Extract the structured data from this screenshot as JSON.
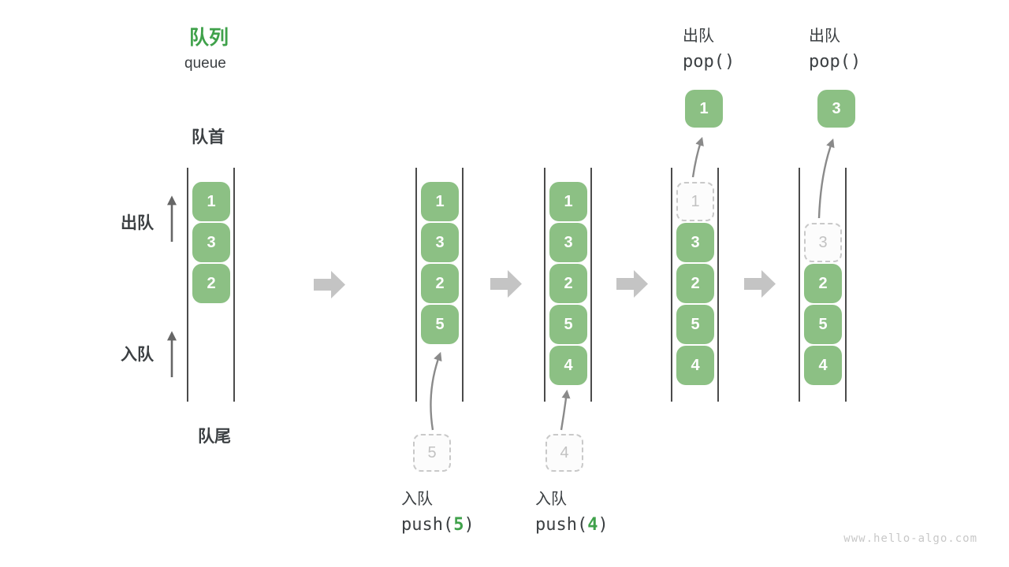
{
  "title": {
    "zh": "队列",
    "en": "queue"
  },
  "side_labels": {
    "front": "队首",
    "rear": "队尾",
    "dequeue": "出队",
    "enqueue": "入队"
  },
  "colors": {
    "box_green": "#8CC084",
    "accent_green": "#3FA14A",
    "text_dark": "#3C4043",
    "line_dark": "#4B4B4B",
    "arrow_gray": "#8A8A8A",
    "side_arrow_gray": "#666666",
    "flow_arrow_gray": "#C4C4C4",
    "dashed_border": "#C9C9C9",
    "dashed_text": "#C2C2C2",
    "watermark_gray": "#C8C8C8"
  },
  "watermark": "www.hello-algo.com",
  "states": [
    {
      "slots": [
        {
          "v": "1"
        },
        {
          "v": "3"
        },
        {
          "v": "2"
        }
      ]
    },
    {
      "slots": [
        {
          "v": "1"
        },
        {
          "v": "3"
        },
        {
          "v": "2"
        },
        {
          "v": "5"
        }
      ],
      "pending": "5",
      "op": {
        "zh": "入队",
        "fn_open": "push(",
        "arg": "5",
        "fn_close": ")"
      }
    },
    {
      "slots": [
        {
          "v": "1"
        },
        {
          "v": "3"
        },
        {
          "v": "2"
        },
        {
          "v": "5"
        },
        {
          "v": "4"
        }
      ],
      "pending": "4",
      "op": {
        "zh": "入队",
        "fn_open": "push(",
        "arg": "4",
        "fn_close": ")"
      }
    },
    {
      "slots": [
        {
          "v": "1",
          "dashed": true
        },
        {
          "v": "3"
        },
        {
          "v": "2"
        },
        {
          "v": "5"
        },
        {
          "v": "4"
        }
      ],
      "popped": "1",
      "op": {
        "zh": "出队",
        "fn": "pop()"
      }
    },
    {
      "slots": [
        {
          "v": "3",
          "dashed": true
        },
        {
          "v": "2"
        },
        {
          "v": "5"
        },
        {
          "v": "4"
        }
      ],
      "popped": "3",
      "op": {
        "zh": "出队",
        "fn": "pop()"
      }
    }
  ]
}
